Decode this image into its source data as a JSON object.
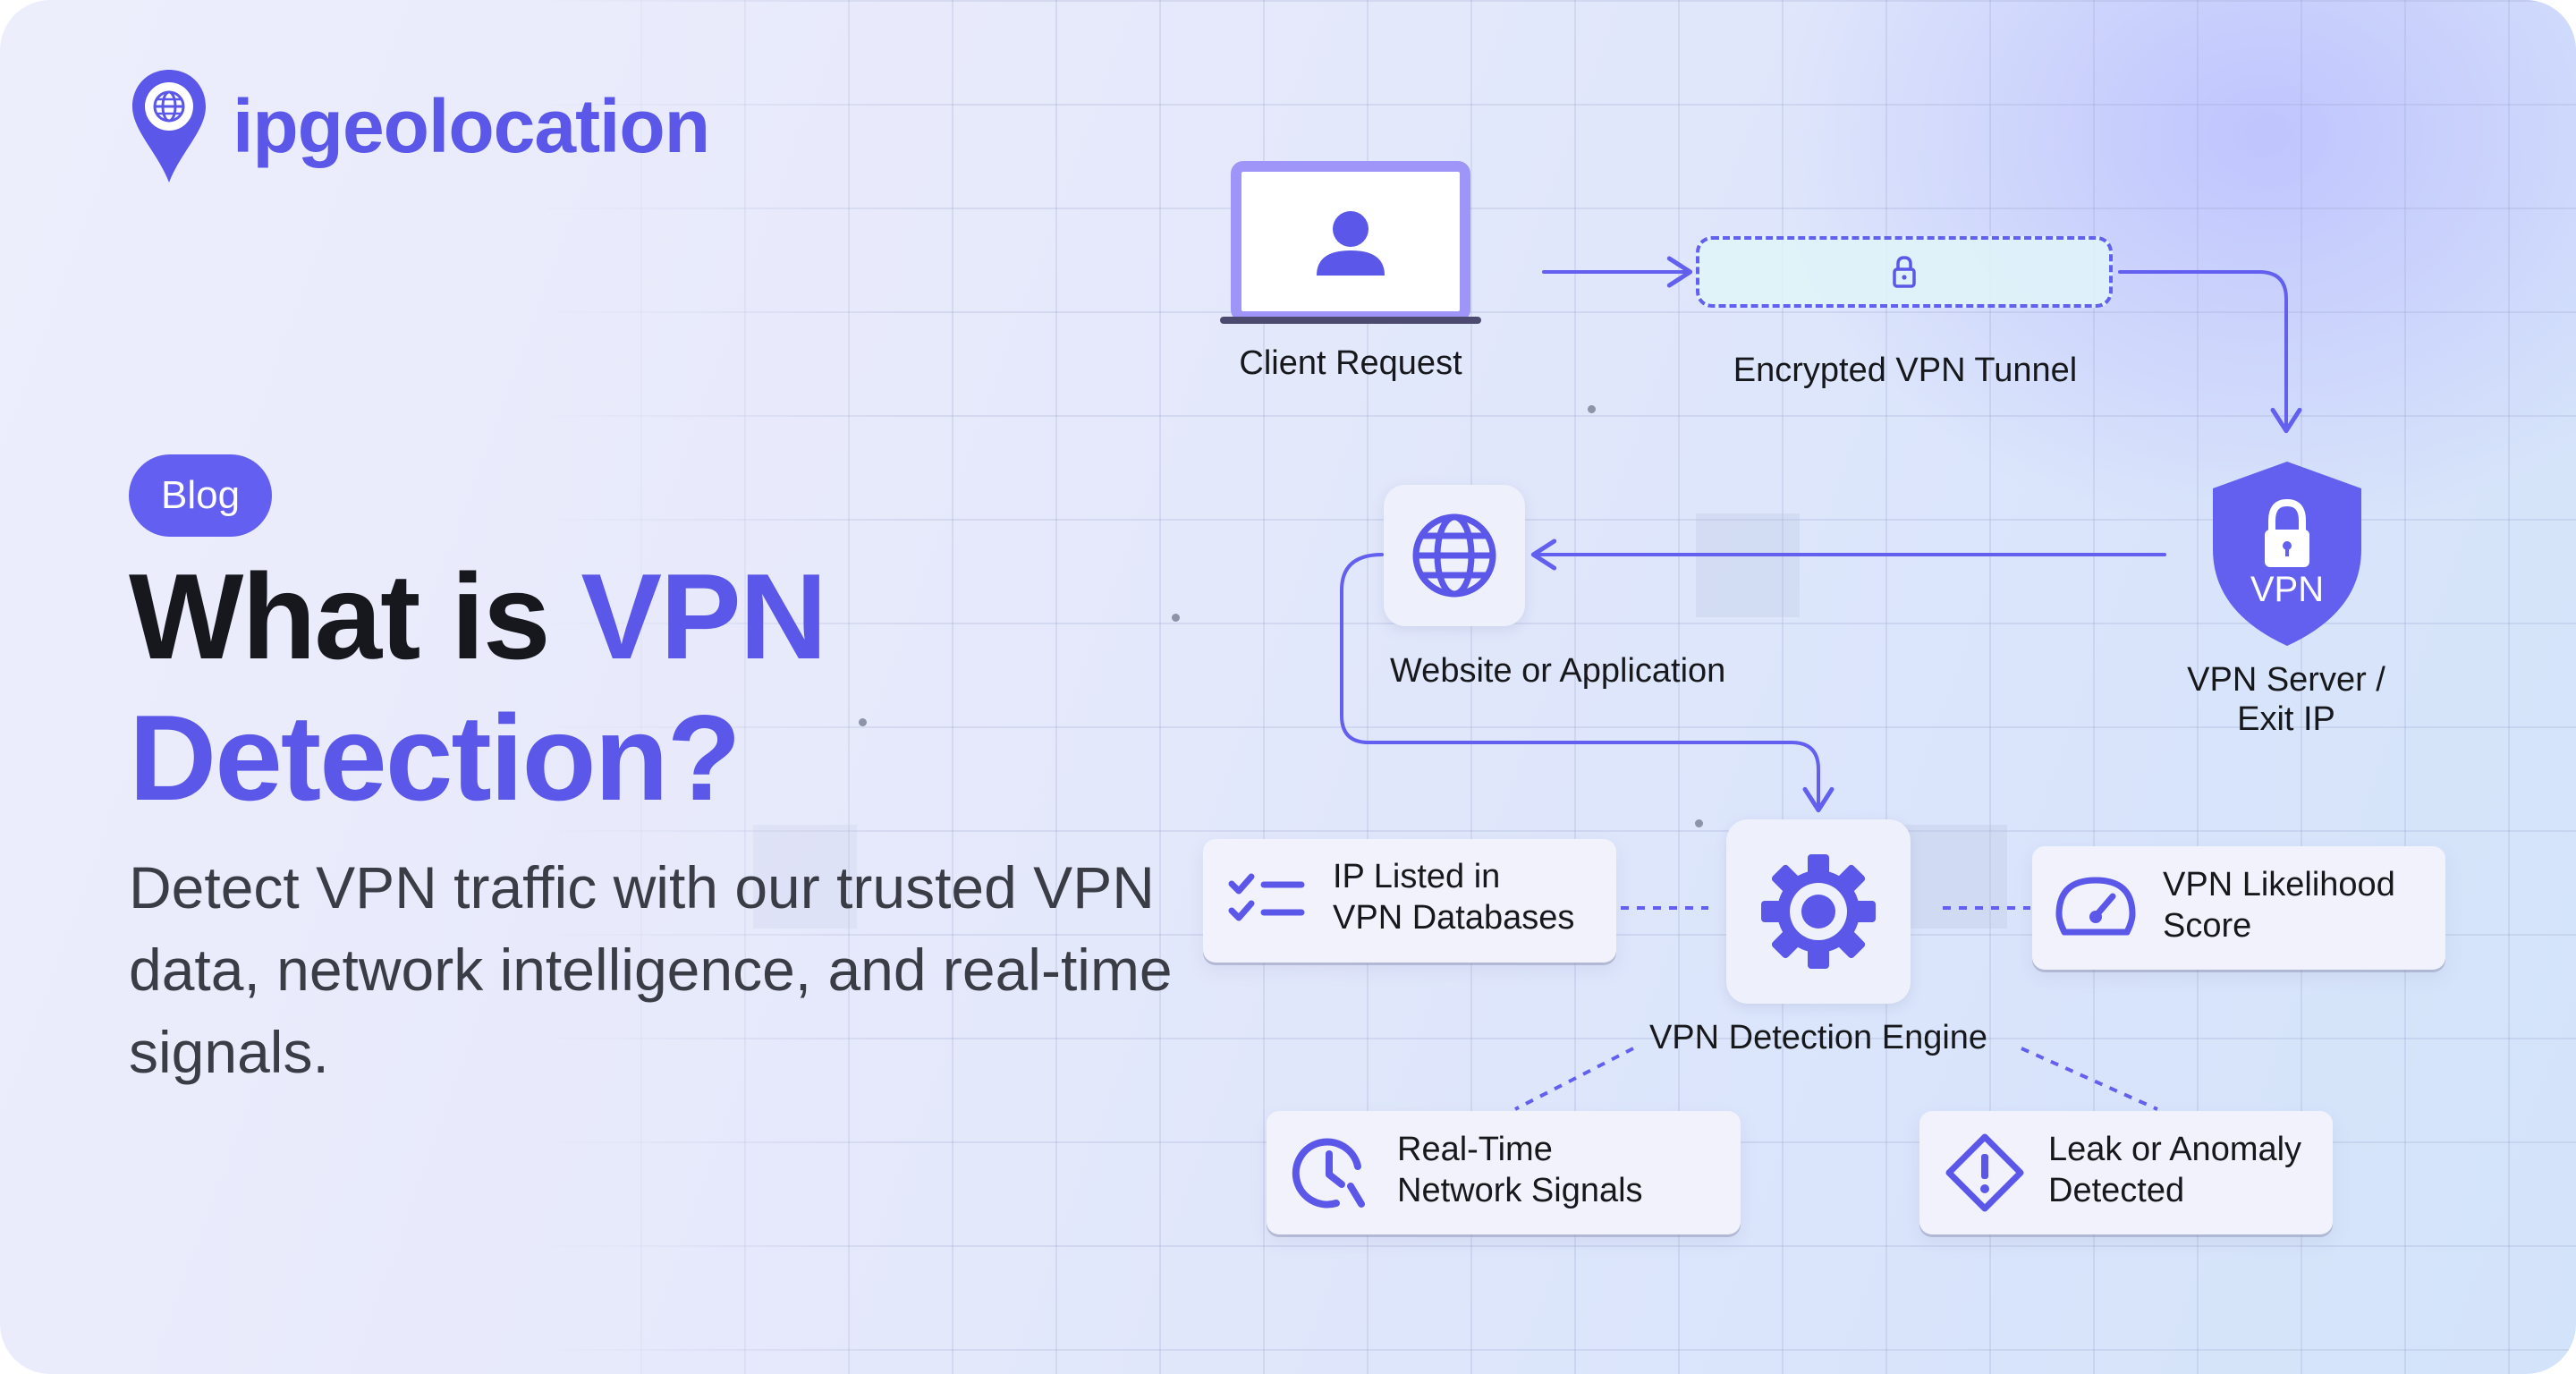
{
  "brand": {
    "name": "ipgeolocation",
    "accent": "#5b57e8"
  },
  "badge": "Blog",
  "title": {
    "line1_plain": "What is ",
    "line1_highlight": "VPN",
    "line2": "Detection?"
  },
  "subtitle": "Detect VPN traffic with our trusted VPN data, network intelligence, and real-time signals.",
  "diagram": {
    "client_request": "Client Request",
    "tunnel": "Encrypted VPN Tunnel",
    "vpn_badge": "VPN",
    "vpn_server_line1": "VPN Server /",
    "vpn_server_line2": "Exit IP",
    "website": "Website or  Application",
    "engine": "VPN Detection Engine",
    "signals": {
      "ip_listed_line1": "IP Listed in",
      "ip_listed_line2": "VPN Databases",
      "likelihood_line1": "VPN Likelihood",
      "likelihood_line2": "Score",
      "realtime_line1": "Real-Time",
      "realtime_line2": "Network Signals",
      "leak_line1": "Leak or Anomaly",
      "leak_line2": "Detected"
    }
  },
  "icons": [
    "location-pin-globe-icon",
    "user-icon",
    "laptop-icon",
    "lock-icon",
    "shield-icon",
    "globe-icon",
    "gear-icon",
    "checklist-icon",
    "gauge-icon",
    "clock-icon",
    "warning-diamond-icon"
  ]
}
